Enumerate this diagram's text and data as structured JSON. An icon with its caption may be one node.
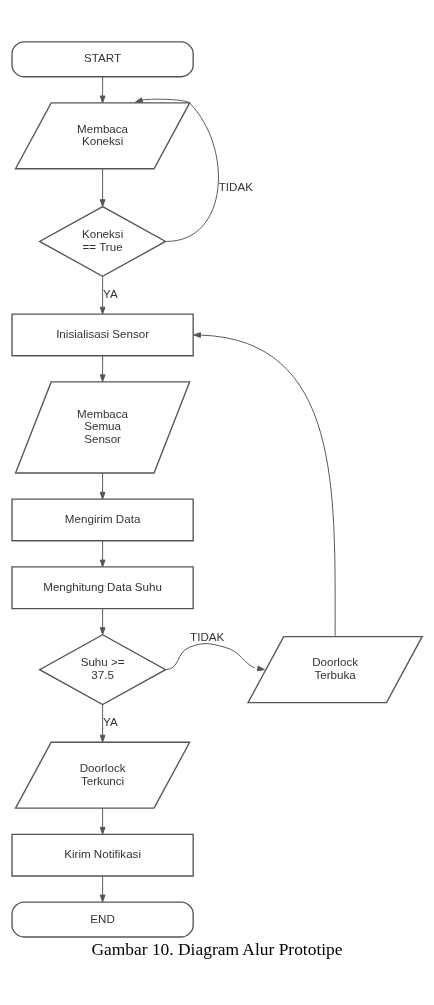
{
  "diagram": {
    "caption": "Gambar 10. Diagram Alur Prototipe",
    "nodes": [
      {
        "text": [
          "START"
        ]
      },
      {
        "text": [
          "Membaca Koneksi"
        ]
      },
      {
        "text": [
          "Koneksi == True"
        ]
      },
      {
        "text": [
          "Inisialisasi Sensor"
        ]
      },
      {
        "text": [
          "Membaca Semua Sensor"
        ]
      },
      {
        "text": [
          "Mengirim Data"
        ]
      },
      {
        "text": [
          "Menghitung Data Suhu"
        ]
      },
      {
        "text": [
          "Suhu >= 37.5"
        ]
      },
      {
        "text": [
          "Doorlock Terbuka"
        ]
      },
      {
        "text": [
          "Doorlock Terkunci"
        ]
      },
      {
        "text": [
          "Kirim Notifikasi"
        ]
      },
      {
        "text": [
          "END"
        ]
      }
    ],
    "edges": [
      {
        "from": 0,
        "to": 1,
        "arrow": "to"
      },
      {
        "from": 1,
        "to": 2,
        "arrow": "to"
      },
      {
        "from": 2,
        "to": 1,
        "arrow": "to",
        "label": "TIDAK"
      },
      {
        "from": 2,
        "to": 3,
        "arrow": "to",
        "label": "YA"
      },
      {
        "from": 3,
        "to": 4,
        "arrow": "to"
      },
      {
        "from": 4,
        "to": 5,
        "arrow": "to"
      },
      {
        "from": 5,
        "to": 6,
        "arrow": "to"
      },
      {
        "from": 6,
        "to": 7,
        "arrow": "to"
      },
      {
        "from": 7,
        "to": 8,
        "arrow": "to",
        "label": "TIDAK"
      },
      {
        "from": 8,
        "to": 3,
        "arrow": "to"
      },
      {
        "from": 7,
        "to": 9,
        "arrow": "to",
        "label": "YA"
      },
      {
        "from": 9,
        "to": 10,
        "arrow": "to"
      },
      {
        "from": 10,
        "to": 11,
        "arrow": "to"
      }
    ]
  }
}
